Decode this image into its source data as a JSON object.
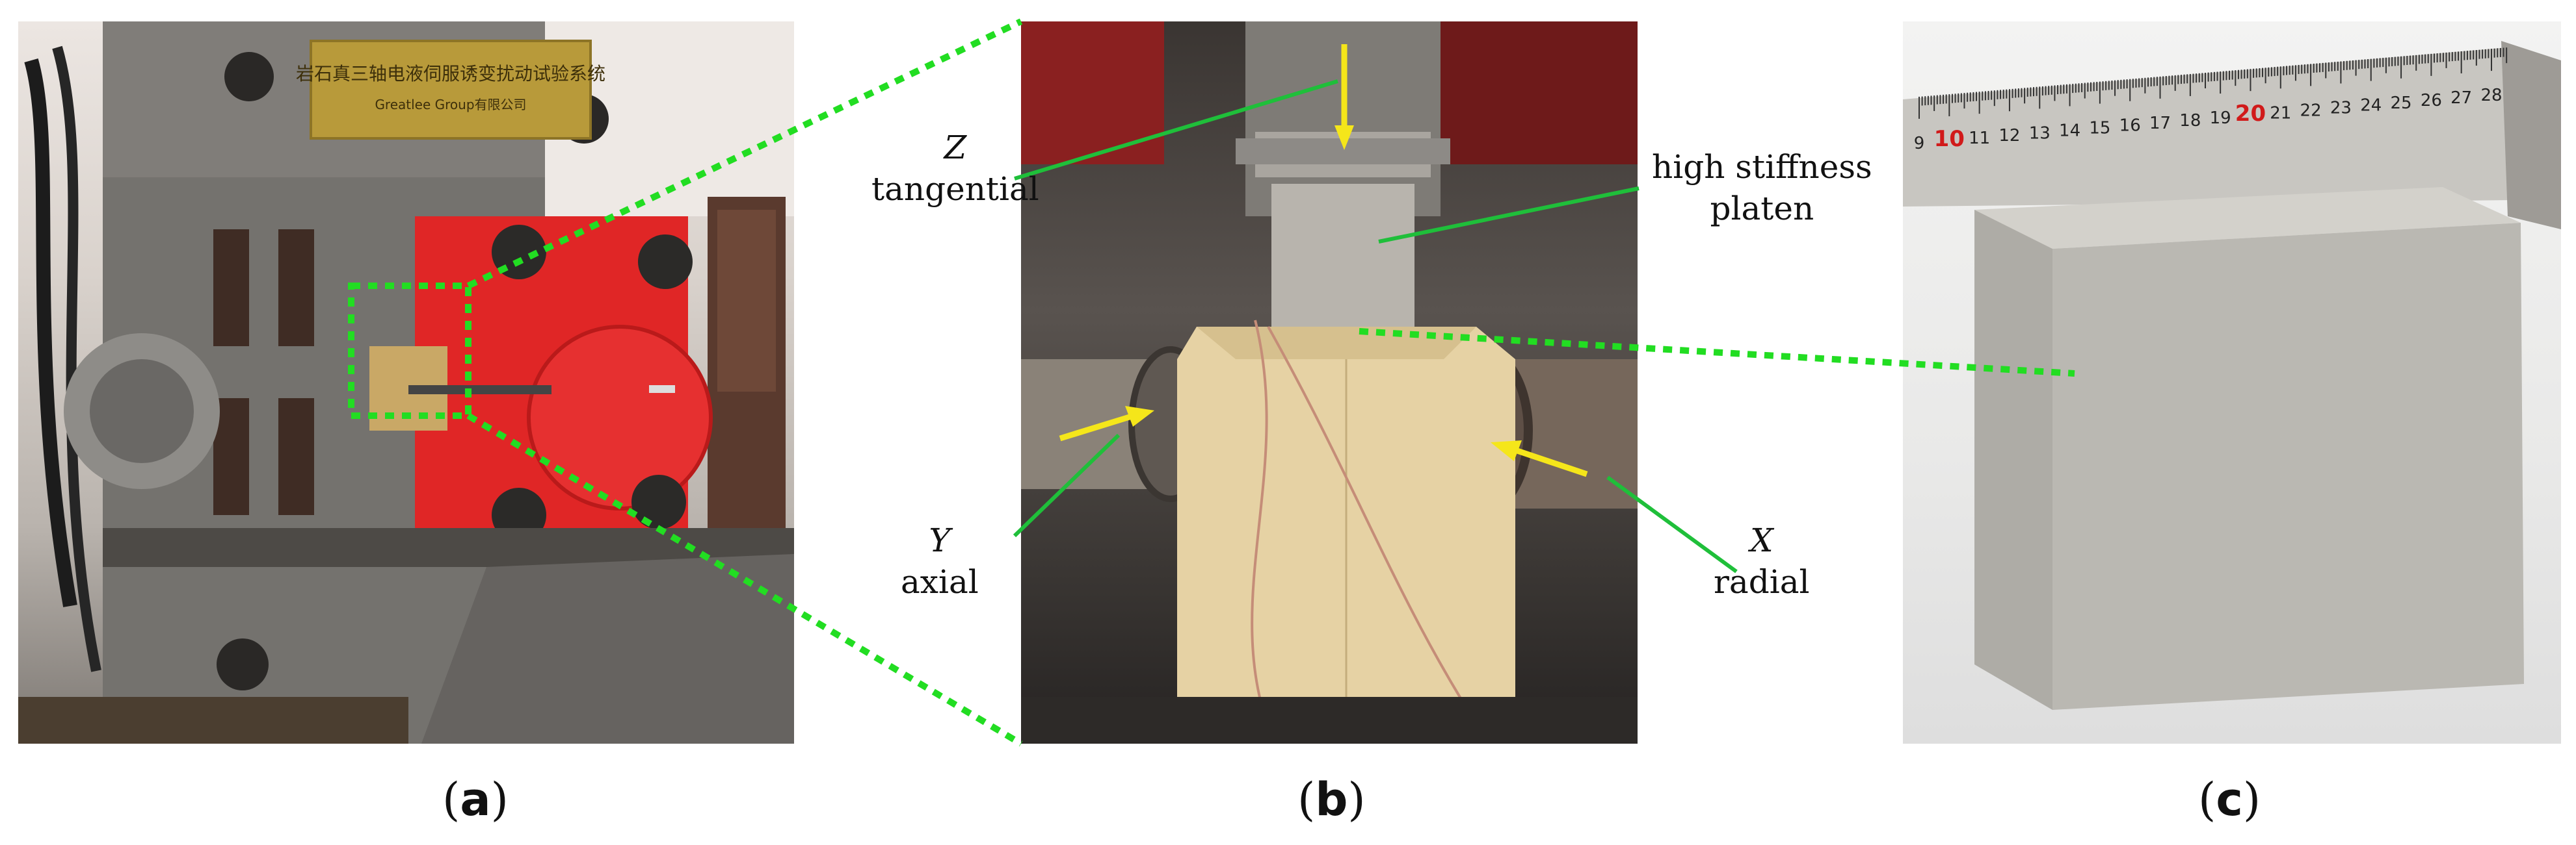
{
  "panels": [
    {
      "id": "a",
      "open": "(",
      "letter": "a",
      "close": ")"
    },
    {
      "id": "b",
      "open": "(",
      "letter": "b",
      "close": ")"
    },
    {
      "id": "c",
      "open": "(",
      "letter": "c",
      "close": ")"
    }
  ],
  "callouts": {
    "z": {
      "axis": "Z",
      "name": "tangential"
    },
    "y": {
      "axis": "Y",
      "name": "axial"
    },
    "x": {
      "axis": "X",
      "name": "radial"
    },
    "platen": {
      "line1": "high stiffness",
      "line2": "platen"
    }
  },
  "plate": {
    "chinese": "岩石真三轴电液伺服诱变扰动试验系统",
    "subtitle": "Greatlee Group有限公司"
  },
  "ruler": {
    "numbers": [
      "9",
      "10",
      "11",
      "12",
      "13",
      "14",
      "15",
      "16",
      "17",
      "18",
      "19",
      "20",
      "21",
      "22",
      "23",
      "24",
      "25",
      "26",
      "27",
      "28"
    ],
    "highlighted": [
      "10",
      "20"
    ]
  },
  "colors": {
    "callout_line": "#1fbf3a",
    "zoom_dotted": "#22dd22",
    "arrow": "#f5e61a",
    "machine_red": "#e02626",
    "frame_grey": "#6f6d69",
    "rock": "#b8b6b0"
  }
}
